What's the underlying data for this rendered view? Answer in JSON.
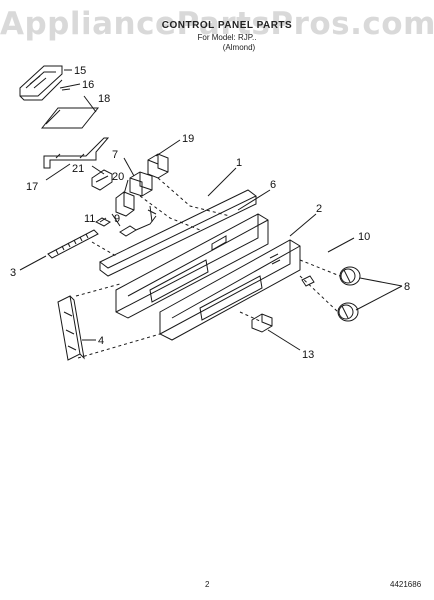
{
  "watermark": "AppliancePartsPros.com",
  "header": {
    "title": "CONTROL PANEL PARTS",
    "model_line": "For Model: RJP..",
    "variant": "(Almond)"
  },
  "callouts": [
    "1",
    "2",
    "3",
    "4",
    "6",
    "7",
    "8",
    "9",
    "10",
    "11",
    "13",
    "15",
    "16",
    "17",
    "18",
    "19",
    "20",
    "21"
  ],
  "footer": {
    "page_number": "2",
    "doc_number": "4421686"
  },
  "colors": {
    "line": "#1a1a1a",
    "watermark": "#d9d9d9"
  }
}
